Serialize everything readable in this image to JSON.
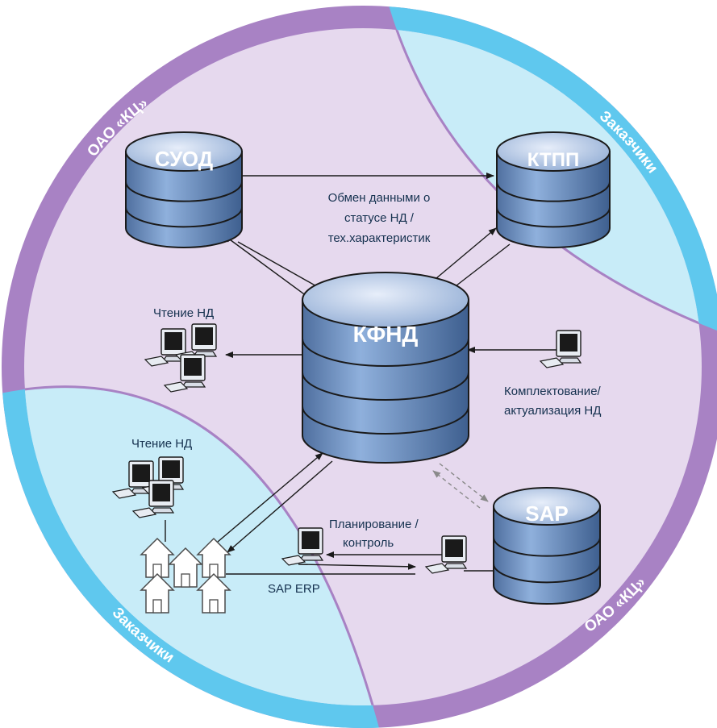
{
  "colors": {
    "ring_purple": "#a882c4",
    "ring_blue": "#5fc8ee",
    "inner_purple": "#e6d9ee",
    "inner_blue": "#c8ecf8",
    "db_top": "#c9daf0",
    "db_body": "#6f91bf",
    "arrow": "#1a1a1a"
  },
  "ring": {
    "top_left": "ОАО «КЦ»",
    "top_right": "Заказчики",
    "bottom_left": "Заказчики",
    "bottom_right": "ОАО «КЦ»"
  },
  "databases": {
    "suod": "СУОД",
    "ktpp": "КТПП",
    "kfnd": "КФНД",
    "sap": "SAP"
  },
  "labels": {
    "exchange": [
      "Обмен данными о",
      "статусе НД /",
      "тех.характеристик"
    ],
    "reading_top": "Чтение НД",
    "reading_bottom": "Чтение НД",
    "compile": [
      "Комплектование/",
      "актуализация НД"
    ],
    "planning": [
      "Планирование /",
      "контроль"
    ],
    "sap_erp": "SAP ERP"
  },
  "icons": [
    "monitor-cluster-icon",
    "workstation-icon",
    "houses-icon",
    "database-icon"
  ]
}
